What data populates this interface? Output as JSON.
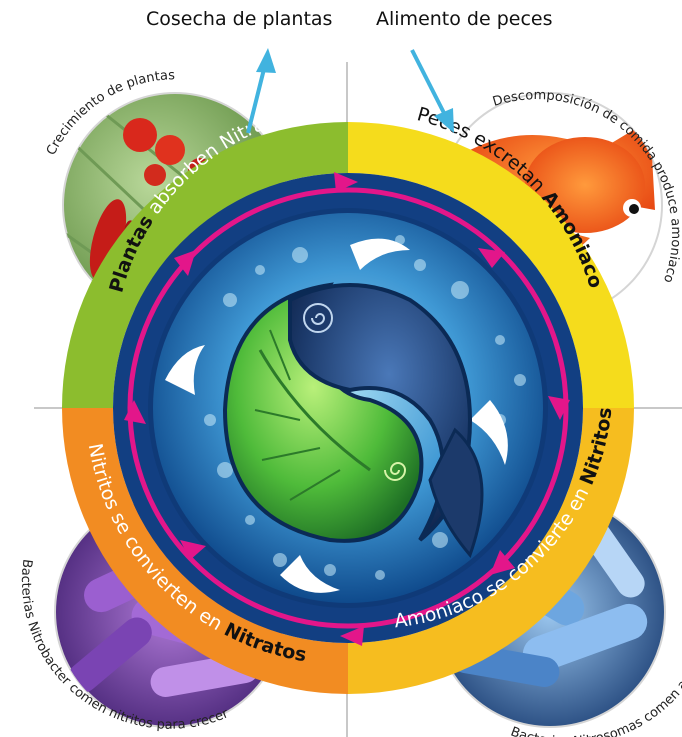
{
  "top_labels": {
    "left": "Cosecha de plantas",
    "right": "Alimento de peces"
  },
  "corner_captions": {
    "top_left": "Crecimiento de plantas",
    "top_right": "Descomposición de comida produce amoniaco",
    "bottom_left": "Bacterias Nitrobacter comen nitritos para crecer",
    "bottom_right": "Bacterias Nitrosomas comen amoniaco para crecer"
  },
  "ring": {
    "top_left": {
      "bold": "Plantas",
      "rest": " absorben Nitratos",
      "color": "#8cbd2e"
    },
    "top_right": {
      "rest": "Peces excretan ",
      "bold": "Amoniaco",
      "color": "#f5dc1c"
    },
    "bottom_right": {
      "rest": "Amoniaco se convierte en ",
      "bold": "Nitritos",
      "color": "#f6bd1f"
    },
    "bottom_left": {
      "rest": "Nitritos se convierten en ",
      "bold": "Nitratos",
      "color": "#f28c22"
    }
  },
  "colors": {
    "arrow_blue": "#41b3df",
    "cycle_magenta": "#e3168a",
    "water_blue": "#1d5fa3",
    "leaf_green": "#4fbb3a",
    "fish_navy": "#1c3a6b"
  },
  "icons": {
    "center": "fish-and-leaf-emblem",
    "top_left_photo": "tomato-plant-photo",
    "top_right_photo": "goldfish-photo",
    "bottom_left_photo": "purple-bacteria-photo",
    "bottom_right_photo": "blue-bacteria-photo"
  }
}
